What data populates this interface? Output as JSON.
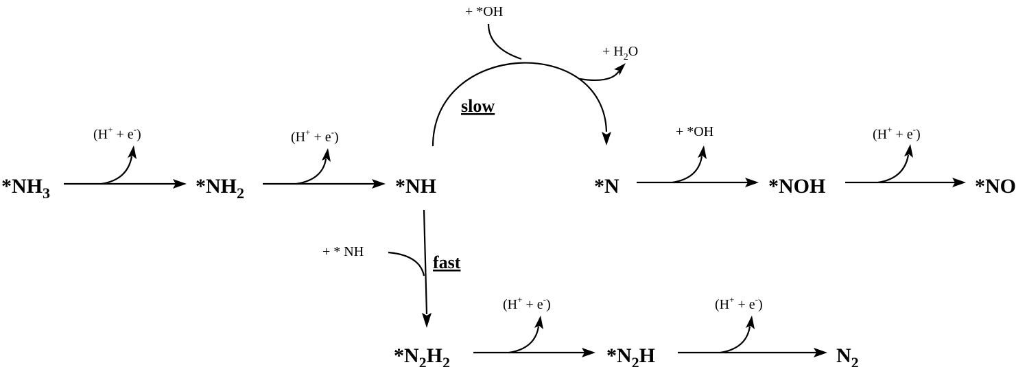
{
  "species": {
    "nh3": {
      "prefix": "*NH",
      "sub": "3"
    },
    "nh2": {
      "prefix": "*NH",
      "sub": "2"
    },
    "nh": {
      "text": "*NH"
    },
    "n": {
      "text": "*N"
    },
    "noh": {
      "text": "*NOH"
    },
    "no": {
      "text": "*NO"
    },
    "n2h2": {
      "a": "*N",
      "sub1": "2",
      "b": "H",
      "sub2": "2"
    },
    "n2h": {
      "a": "*N",
      "sub1": "2",
      "b": "H"
    },
    "n2": {
      "a": "N",
      "sub1": "2"
    }
  },
  "reagents": {
    "he_open": "(H",
    "he_plus": "+",
    "he_mid": " + e",
    "he_minus": "-",
    "he_close": ")",
    "oh_top": "+ *OH",
    "h2o_a": "+ H",
    "h2o_sub": "2",
    "h2o_b": "O",
    "oh_n": "+ *OH",
    "nh_add": "+ * NH"
  },
  "labels": {
    "slow": "slow",
    "fast": "fast"
  }
}
